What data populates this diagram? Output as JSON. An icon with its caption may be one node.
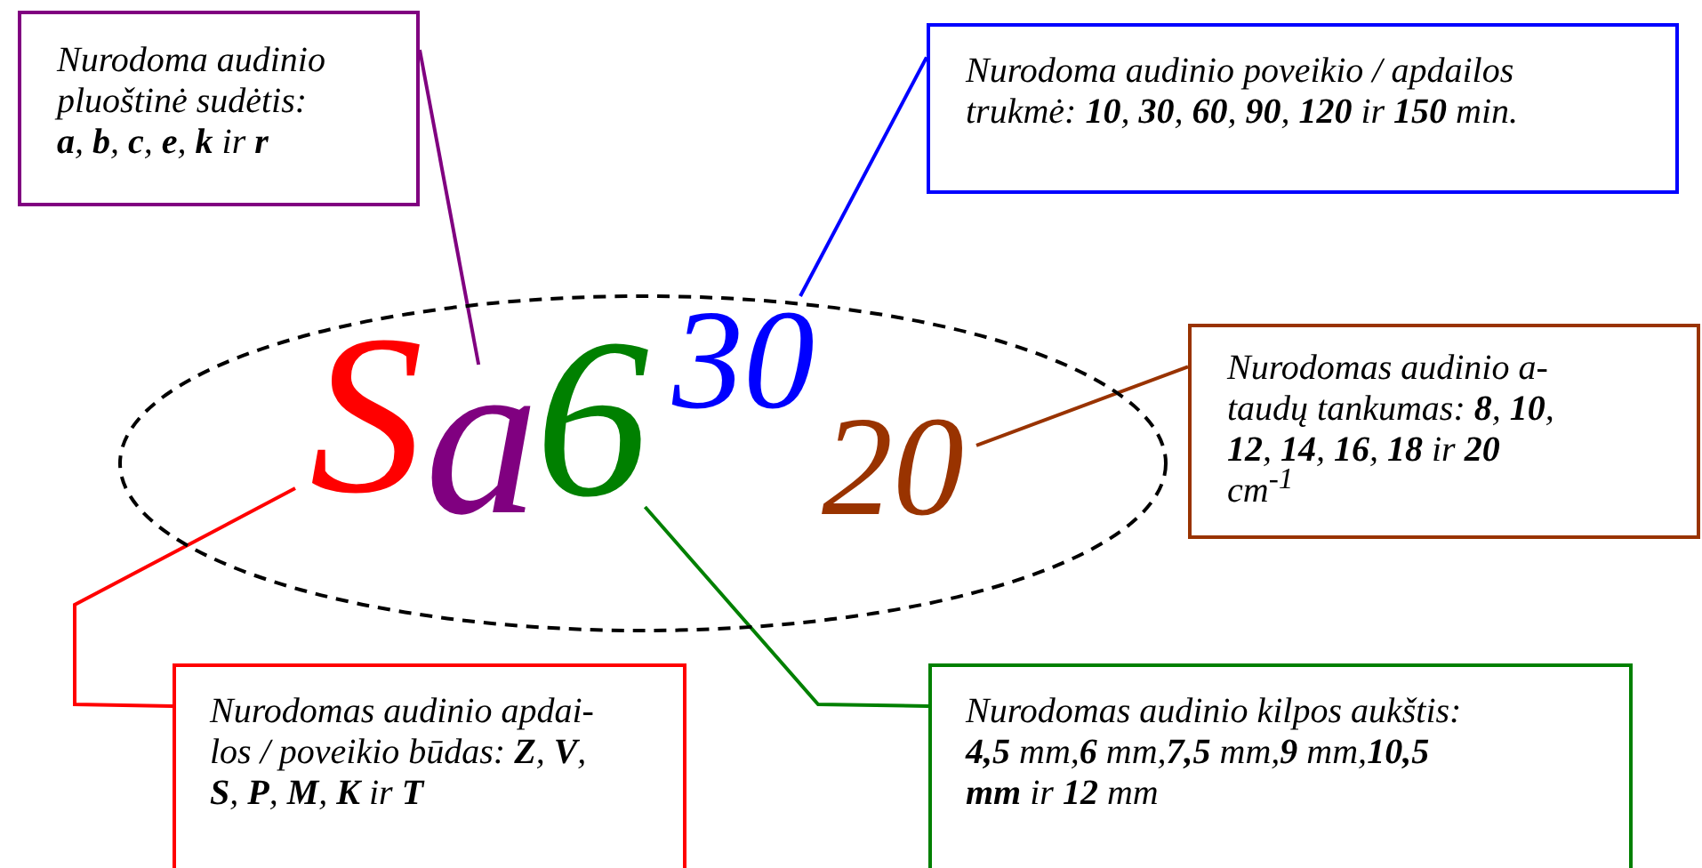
{
  "diagram": {
    "nodes": [
      {
        "text": [
          "Nurodoma audinio pluoštinė sudėtis: **a**, **b**, **c**, **e**, **k** ir **r**"
        ]
      },
      {
        "text": [
          "Nurodoma audinio poveikio / apdailos trukmė: **10**, **30**, **60**, **90**, **120** ir **150** min."
        ]
      },
      {
        "text": [],
        "shape": "ellipse"
      },
      {
        "text": [
          "S"
        ],
        "in": 2
      },
      {
        "text": [
          "a"
        ],
        "in": 2
      },
      {
        "text": [
          "6"
        ],
        "in": 2
      },
      {
        "text": [
          "30"
        ],
        "in": 2
      },
      {
        "text": [
          "20"
        ],
        "in": 2
      },
      {
        "text": [
          "Nurodomas audinio a-taudų tankumas: **8**, **10**, **12**, **14**, **16**, **18** ir **20** cm$^{-1}$"
        ]
      },
      {
        "text": [
          "Nurodomas audinio apdai-los / poveikio būdas: **Z**, **V**, **S**, **P**, **M**, **K** ir **T**"
        ]
      },
      {
        "text": [
          "Nurodomas audinio kilpos aukštis: **4,5** mm,**6** mm,**7,5** mm,**9** mm,**10,5 mm** ir **12** mm"
        ]
      }
    ],
    "edges": [
      {
        "from": 0,
        "to": 4,
        "arrow": "none",
        "color": "#800080"
      },
      {
        "from": 1,
        "to": 6,
        "arrow": "none",
        "color": "#0000ff"
      },
      {
        "from": 8,
        "to": 7,
        "arrow": "none",
        "color": "#993300"
      },
      {
        "from": 9,
        "to": 3,
        "arrow": "none",
        "color": "#ff0000"
      },
      {
        "from": 10,
        "to": 5,
        "arrow": "none",
        "color": "#008000"
      }
    ]
  }
}
